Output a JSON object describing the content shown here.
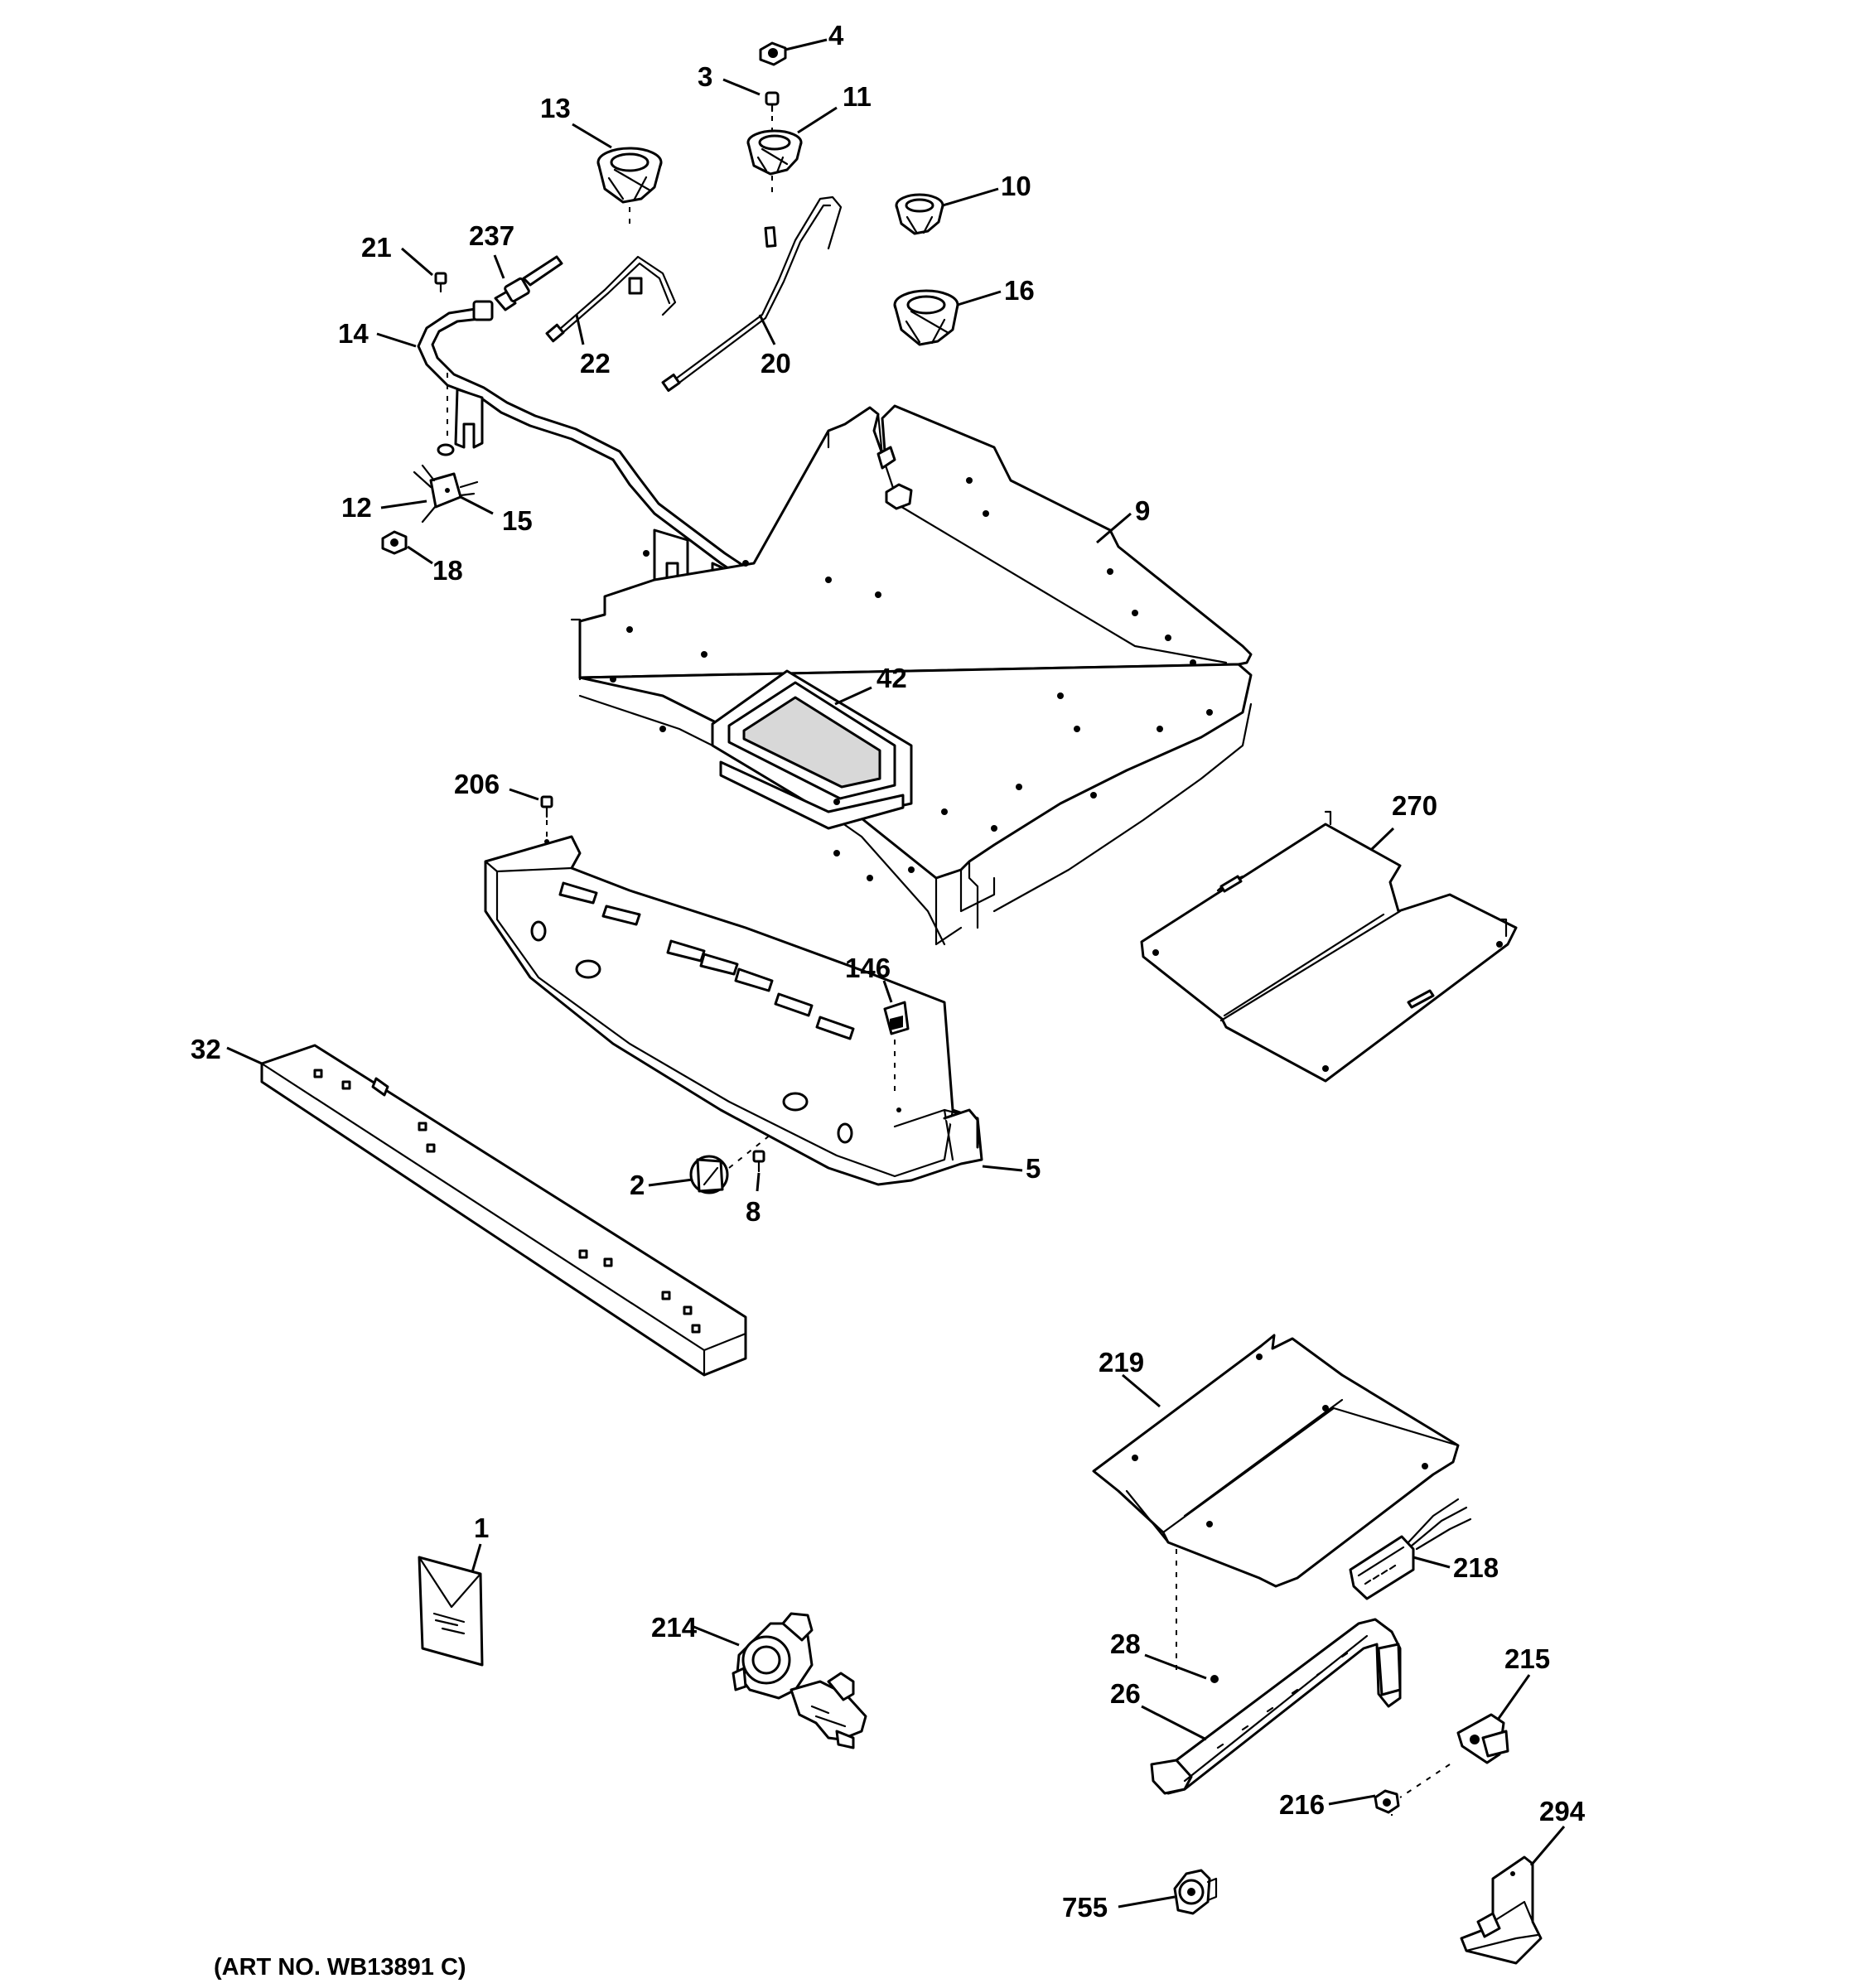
{
  "art_number": "(ART NO. WB13891 C)",
  "labels": {
    "p4": "4",
    "p3": "3",
    "p13": "13",
    "p11": "11",
    "p10": "10",
    "p16": "16",
    "p21": "21",
    "p237": "237",
    "p14": "14",
    "p22": "22",
    "p20": "20",
    "p12": "12",
    "p15": "15",
    "p18": "18",
    "p9": "9",
    "p42": "42",
    "p206": "206",
    "p270": "270",
    "p146": "146",
    "p32": "32",
    "p2": "2",
    "p8": "8",
    "p5": "5",
    "p219": "219",
    "p1": "1",
    "p214": "214",
    "p218": "218",
    "p28": "28",
    "p26": "26",
    "p215": "215",
    "p216": "216",
    "p294": "294",
    "p755": "755"
  }
}
